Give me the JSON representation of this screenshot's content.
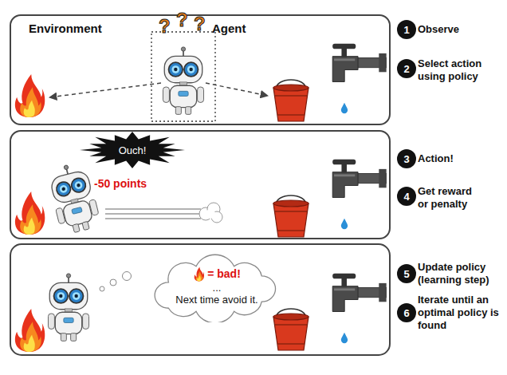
{
  "diagram": {
    "nodes": [
      {
        "text": [
          "Environment",
          "Agent"
        ]
      },
      {
        "text": [
          "-50 points"
        ]
      },
      {
        "text": [
          "Ouch!"
        ],
        "in": 1
      },
      {
        "text": [
          "= bad!",
          "...",
          "Next time avoid it."
        ]
      },
      {
        "text": [
          "1"
        ]
      },
      {
        "text": [
          "2"
        ]
      },
      {
        "text": [
          "3"
        ]
      },
      {
        "text": [
          "4"
        ]
      },
      {
        "text": [
          "5"
        ]
      },
      {
        "text": [
          "6"
        ]
      }
    ],
    "labels": [
      "?",
      "?",
      "?",
      "Observe",
      "Select action using policy",
      "Action!",
      "Get reward or penalty",
      "Update policy (learning step)",
      "Iterate until an optimal policy is found"
    ]
  }
}
